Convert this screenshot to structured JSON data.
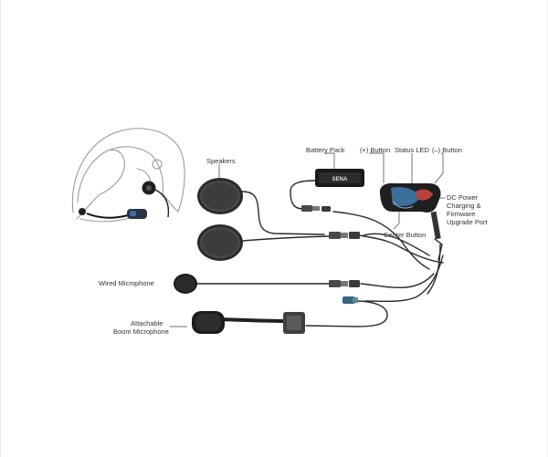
{
  "diagram": {
    "labels": {
      "speakers": "Speakers",
      "battery_pack": "Battery Pack",
      "plus_button": "(+) Button",
      "status_led": "Status LED",
      "minus_button": "(–) Button",
      "dc_power": "DC Power",
      "charging": "Charging &",
      "firmware": "Firmware",
      "upgrade_port": "Upgrade Port",
      "center_button": "Center Button",
      "wired_microphone": "Wired Microphone",
      "attachable": "Attachable",
      "boom_microphone": "Boom Microphone",
      "battery_brand": "SENA"
    }
  }
}
